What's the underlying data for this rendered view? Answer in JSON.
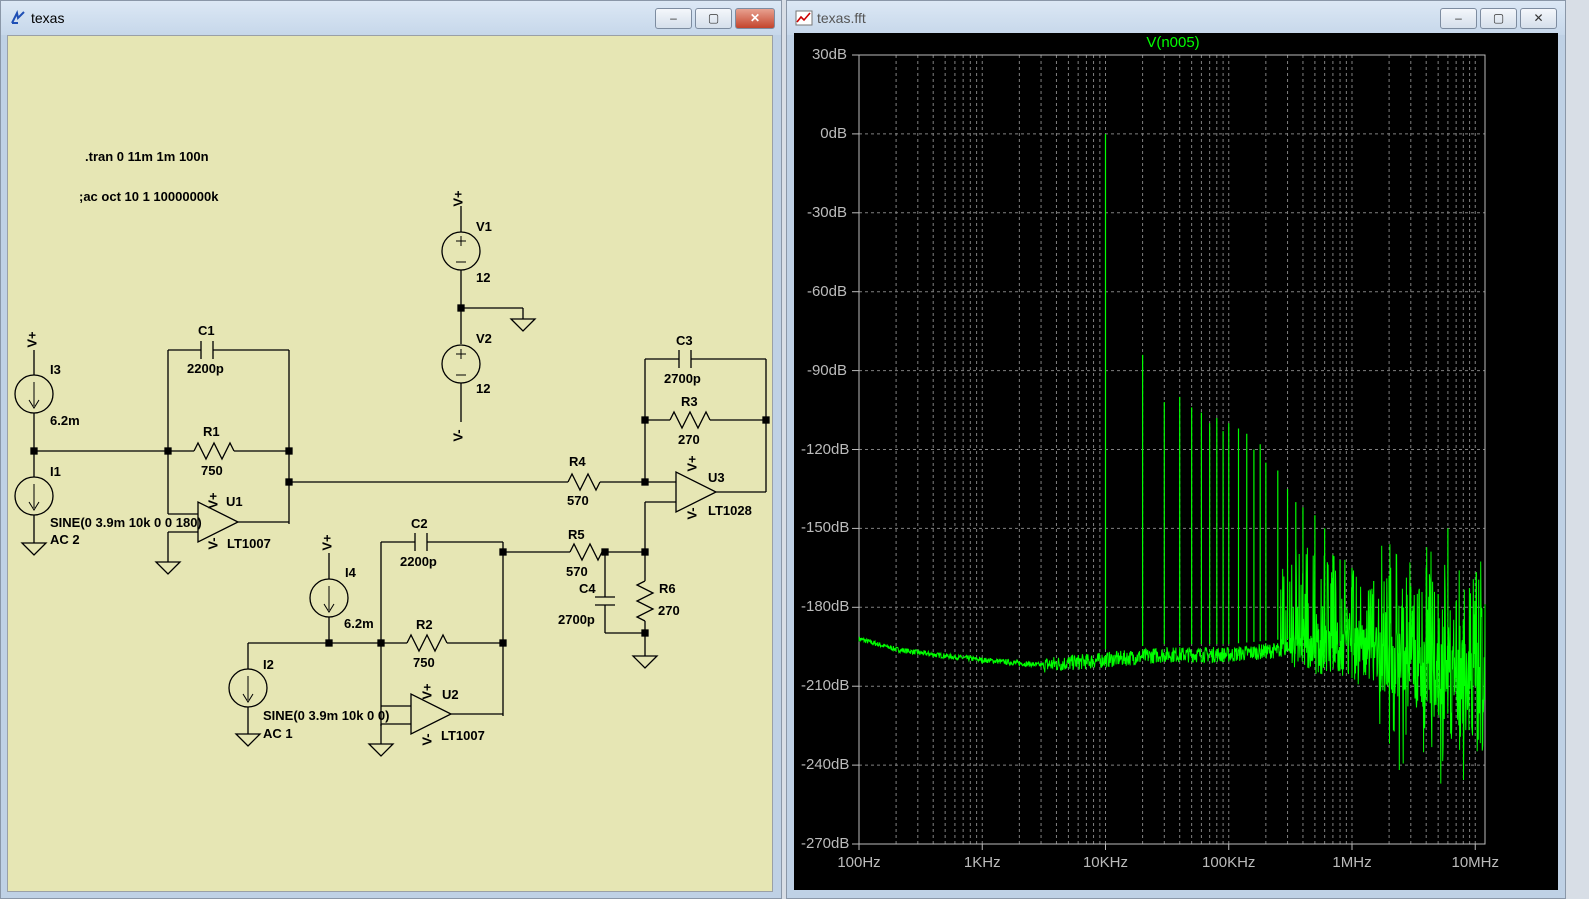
{
  "left_window": {
    "title": "texas",
    "directives": [
      ".tran 0 11m 1m 100n",
      ";ac oct 10 1 10000000k"
    ],
    "components": {
      "V1": {
        "name": "V1",
        "value": "12",
        "node": "V+"
      },
      "V2": {
        "name": "V2",
        "value": "12",
        "node": "V-"
      },
      "I3": {
        "name": "I3",
        "value": "6.2m",
        "node": "V+"
      },
      "I1": {
        "name": "I1",
        "value": "SINE(0 3.9m 10k 0 0 180)",
        "ac": "AC 2"
      },
      "I4": {
        "name": "I4",
        "value": "6.2m",
        "node": "V+"
      },
      "I2": {
        "name": "I2",
        "value": "SINE(0 3.9m 10k 0 0)",
        "ac": "AC 1"
      },
      "C1": {
        "name": "C1",
        "value": "2200p"
      },
      "R1": {
        "name": "R1",
        "value": "750"
      },
      "U1": {
        "name": "U1",
        "model": "LT1007"
      },
      "C2": {
        "name": "C2",
        "value": "2200p"
      },
      "R2": {
        "name": "R2",
        "value": "750"
      },
      "U2": {
        "name": "U2",
        "model": "LT1007"
      },
      "R4": {
        "name": "R4",
        "value": "570"
      },
      "R5": {
        "name": "R5",
        "value": "570"
      },
      "C4": {
        "name": "C4",
        "value": "2700p"
      },
      "R6": {
        "name": "R6",
        "value": "270"
      },
      "C3": {
        "name": "C3",
        "value": "2700p"
      },
      "R3": {
        "name": "R3",
        "value": "270"
      },
      "U3": {
        "name": "U3",
        "model": "LT1028"
      }
    },
    "supply_labels": {
      "pos": "V+",
      "neg": "V-"
    },
    "pin_labels": {
      "plus": "+",
      "minus": "-"
    }
  },
  "right_window": {
    "title": "texas.fft",
    "trace_name": "V(n005)",
    "trace_color": "#00ff00",
    "grid_color": "#808080",
    "axis_color": "#bbbbbb"
  },
  "controls": {
    "minimize": "‒",
    "maximize": "▢",
    "close": "✕"
  },
  "chart_data": {
    "type": "line",
    "title": "V(n005)",
    "xscale": "log",
    "x_ticks": [
      "100Hz",
      "1KHz",
      "10KHz",
      "100KHz",
      "1MHz",
      "10MHz"
    ],
    "y_ticks": [
      "30dB",
      "0dB",
      "-30dB",
      "-60dB",
      "-90dB",
      "-120dB",
      "-150dB",
      "-180dB",
      "-210dB",
      "-240dB",
      "-270dB"
    ],
    "xlim_hz": [
      100,
      12000000
    ],
    "ylim_db": [
      -270,
      30
    ],
    "grid": true,
    "series": [
      {
        "name": "V(n005)",
        "noise_floor": [
          [
            100,
            -192
          ],
          [
            200,
            -196
          ],
          [
            400,
            -198
          ],
          [
            1000,
            -200
          ],
          [
            3000,
            -202
          ],
          [
            10000,
            -200
          ],
          [
            30000,
            -198
          ],
          [
            100000,
            -198
          ],
          [
            300000,
            -196
          ],
          [
            1000000,
            -198
          ],
          [
            3000000,
            -202
          ],
          [
            6000000,
            -210
          ],
          [
            12000000,
            -215
          ]
        ],
        "peaks": [
          [
            10000,
            0
          ],
          [
            20000,
            -84
          ],
          [
            30000,
            -102
          ],
          [
            40000,
            -100
          ],
          [
            50000,
            -104
          ],
          [
            60000,
            -106
          ],
          [
            70000,
            -110
          ],
          [
            80000,
            -108
          ],
          [
            90000,
            -113
          ],
          [
            100000,
            -110
          ],
          [
            120000,
            -112
          ],
          [
            140000,
            -114
          ],
          [
            160000,
            -120
          ],
          [
            180000,
            -118
          ],
          [
            200000,
            -125
          ],
          [
            250000,
            -128
          ],
          [
            300000,
            -135
          ],
          [
            350000,
            -140
          ],
          [
            400000,
            -142
          ],
          [
            500000,
            -145
          ],
          [
            600000,
            -150
          ],
          [
            700000,
            -160
          ],
          [
            800000,
            -162
          ],
          [
            1000000,
            -165
          ],
          [
            1500000,
            -170
          ],
          [
            2000000,
            -168
          ],
          [
            3000000,
            -172
          ],
          [
            4000000,
            -165
          ],
          [
            5000000,
            -175
          ],
          [
            6000000,
            -150
          ],
          [
            7000000,
            -178
          ],
          [
            8000000,
            -185
          ],
          [
            9000000,
            -183
          ],
          [
            10000000,
            -188
          ]
        ]
      }
    ]
  }
}
